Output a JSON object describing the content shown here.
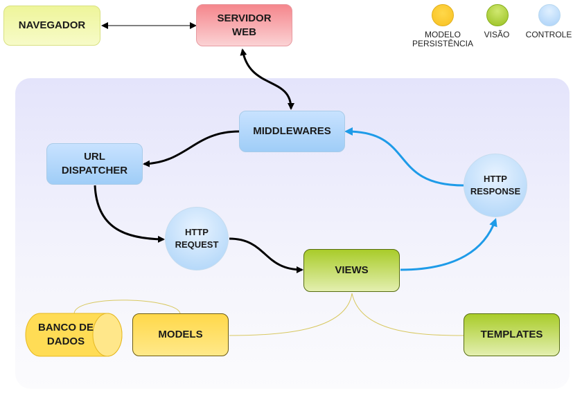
{
  "legend": [
    {
      "label": "MODELO PERSISTÊNCIA",
      "color": "#ffd23a"
    },
    {
      "label": "VISÃO",
      "color": "#a8cc2a"
    },
    {
      "label": "CONTROLE",
      "color": "#b8dcff"
    }
  ],
  "nodes": {
    "navegador": "NAVEGADOR",
    "servidor_web": "SERVIDOR WEB",
    "middlewares": "MIDDLEWARES",
    "url_dispatcher": "URL DISPATCHER",
    "http_request": "HTTP REQUEST",
    "http_response": "HTTP RESPONSE",
    "views": "VIEWS",
    "banco_de_dados": "BANCO DE DADOS",
    "models": "MODELS",
    "templates": "TEMPLATES"
  },
  "colors": {
    "control_arrow": "#000000",
    "response_arrow": "#1e9be8",
    "link_line": "#d8c860"
  }
}
